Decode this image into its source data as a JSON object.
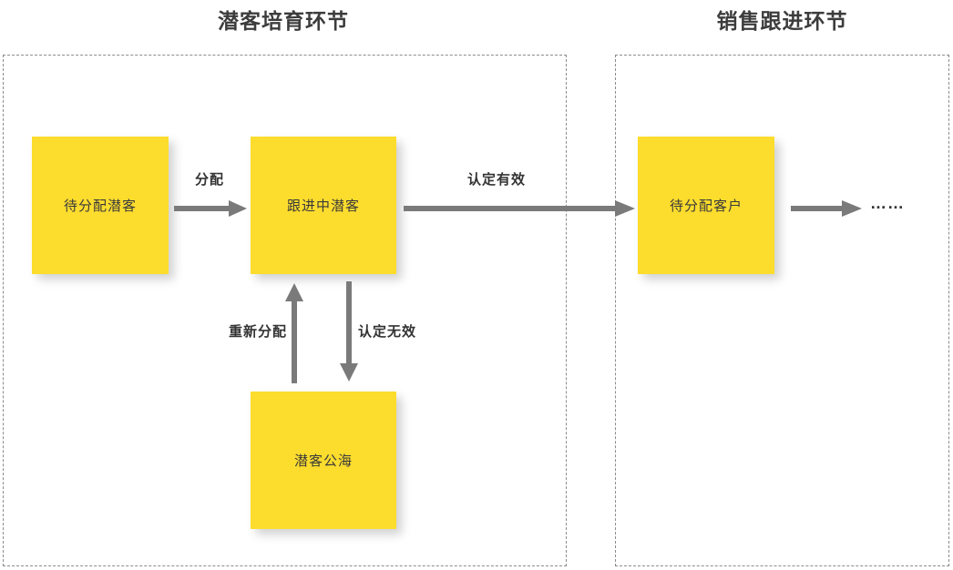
{
  "diagram": {
    "type": "flowchart",
    "background_color": "#ffffff",
    "node_fill_color": "#FCDC2D",
    "arrow_color": "#7a7a7a",
    "text_color": "#3a3a3a",
    "phase_border_color": "#8c8c8c"
  },
  "phases": [
    {
      "id": "lead-nurturing",
      "title": "潜客培育环节"
    },
    {
      "id": "sales-followup",
      "title": "销售跟进环节"
    }
  ],
  "nodes": [
    {
      "id": "pending-lead",
      "label": "待分配潜客"
    },
    {
      "id": "following-lead",
      "label": "跟进中潜客"
    },
    {
      "id": "lead-pool",
      "label": "潜客公海"
    },
    {
      "id": "pending-customer",
      "label": "待分配客户"
    }
  ],
  "edges": [
    {
      "id": "assign",
      "label": "分配",
      "from": "pending-lead",
      "to": "following-lead",
      "direction": "right"
    },
    {
      "id": "valid",
      "label": "认定有效",
      "from": "following-lead",
      "to": "pending-customer",
      "direction": "right"
    },
    {
      "id": "invalid",
      "label": "认定无效",
      "from": "following-lead",
      "to": "lead-pool",
      "direction": "down"
    },
    {
      "id": "reassign",
      "label": "重新分配",
      "from": "lead-pool",
      "to": "following-lead",
      "direction": "up"
    },
    {
      "id": "next",
      "label": "",
      "from": "pending-customer",
      "to": "more",
      "direction": "right"
    }
  ],
  "more_indicator": "……"
}
